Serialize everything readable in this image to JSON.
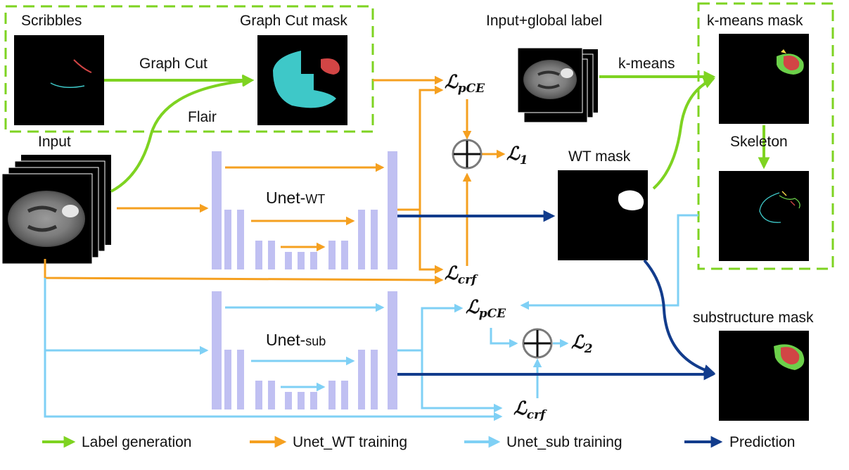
{
  "labels": {
    "scribbles": "Scribbles",
    "graph_cut_mask": "Graph Cut mask",
    "graph_cut": "Graph Cut",
    "flair": "Flair",
    "input": "Input",
    "input_global_label": "Input+global label",
    "kmeans": "k-means",
    "kmeans_mask": "k-means mask",
    "skeleton": "Skeleton",
    "wt_mask": "WT mask",
    "unet_wt_prefix": "Unet-",
    "unet_wt_suffix": "WT",
    "unet_sub_prefix": "Unet-",
    "unet_sub_suffix": "sub",
    "substructure_mask": "substructure mask"
  },
  "losses": {
    "l_pce_top_main": "ℒ",
    "l_pce_top_sub": "pCE",
    "l1_main": "ℒ",
    "l1_sub": "1",
    "l_crf_top_main": "ℒ",
    "l_crf_top_sub": "crf",
    "l_pce_bot_main": "ℒ",
    "l_pce_bot_sub": "pCE",
    "l2_main": "ℒ",
    "l2_sub": "2",
    "l_crf_bot_main": "ℒ",
    "l_crf_bot_sub": "crf"
  },
  "legend": [
    {
      "label": "Label generation",
      "color": "#7ed321"
    },
    {
      "label": "Unet_WT training",
      "color": "#f5a020"
    },
    {
      "label": "Unet_sub training",
      "color": "#7fd0f5"
    },
    {
      "label": "Prediction",
      "color": "#123c8c"
    }
  ],
  "colors": {
    "green": "#7ed321",
    "orange": "#f5a020",
    "blue": "#7fd0f5",
    "navy": "#123c8c",
    "unet_bar": "#c0c0f2",
    "dashed_box": "#7ed321",
    "mask_cyan": "#3ec8c8",
    "mask_red": "#d24545",
    "mask_green": "#6cd04a"
  }
}
